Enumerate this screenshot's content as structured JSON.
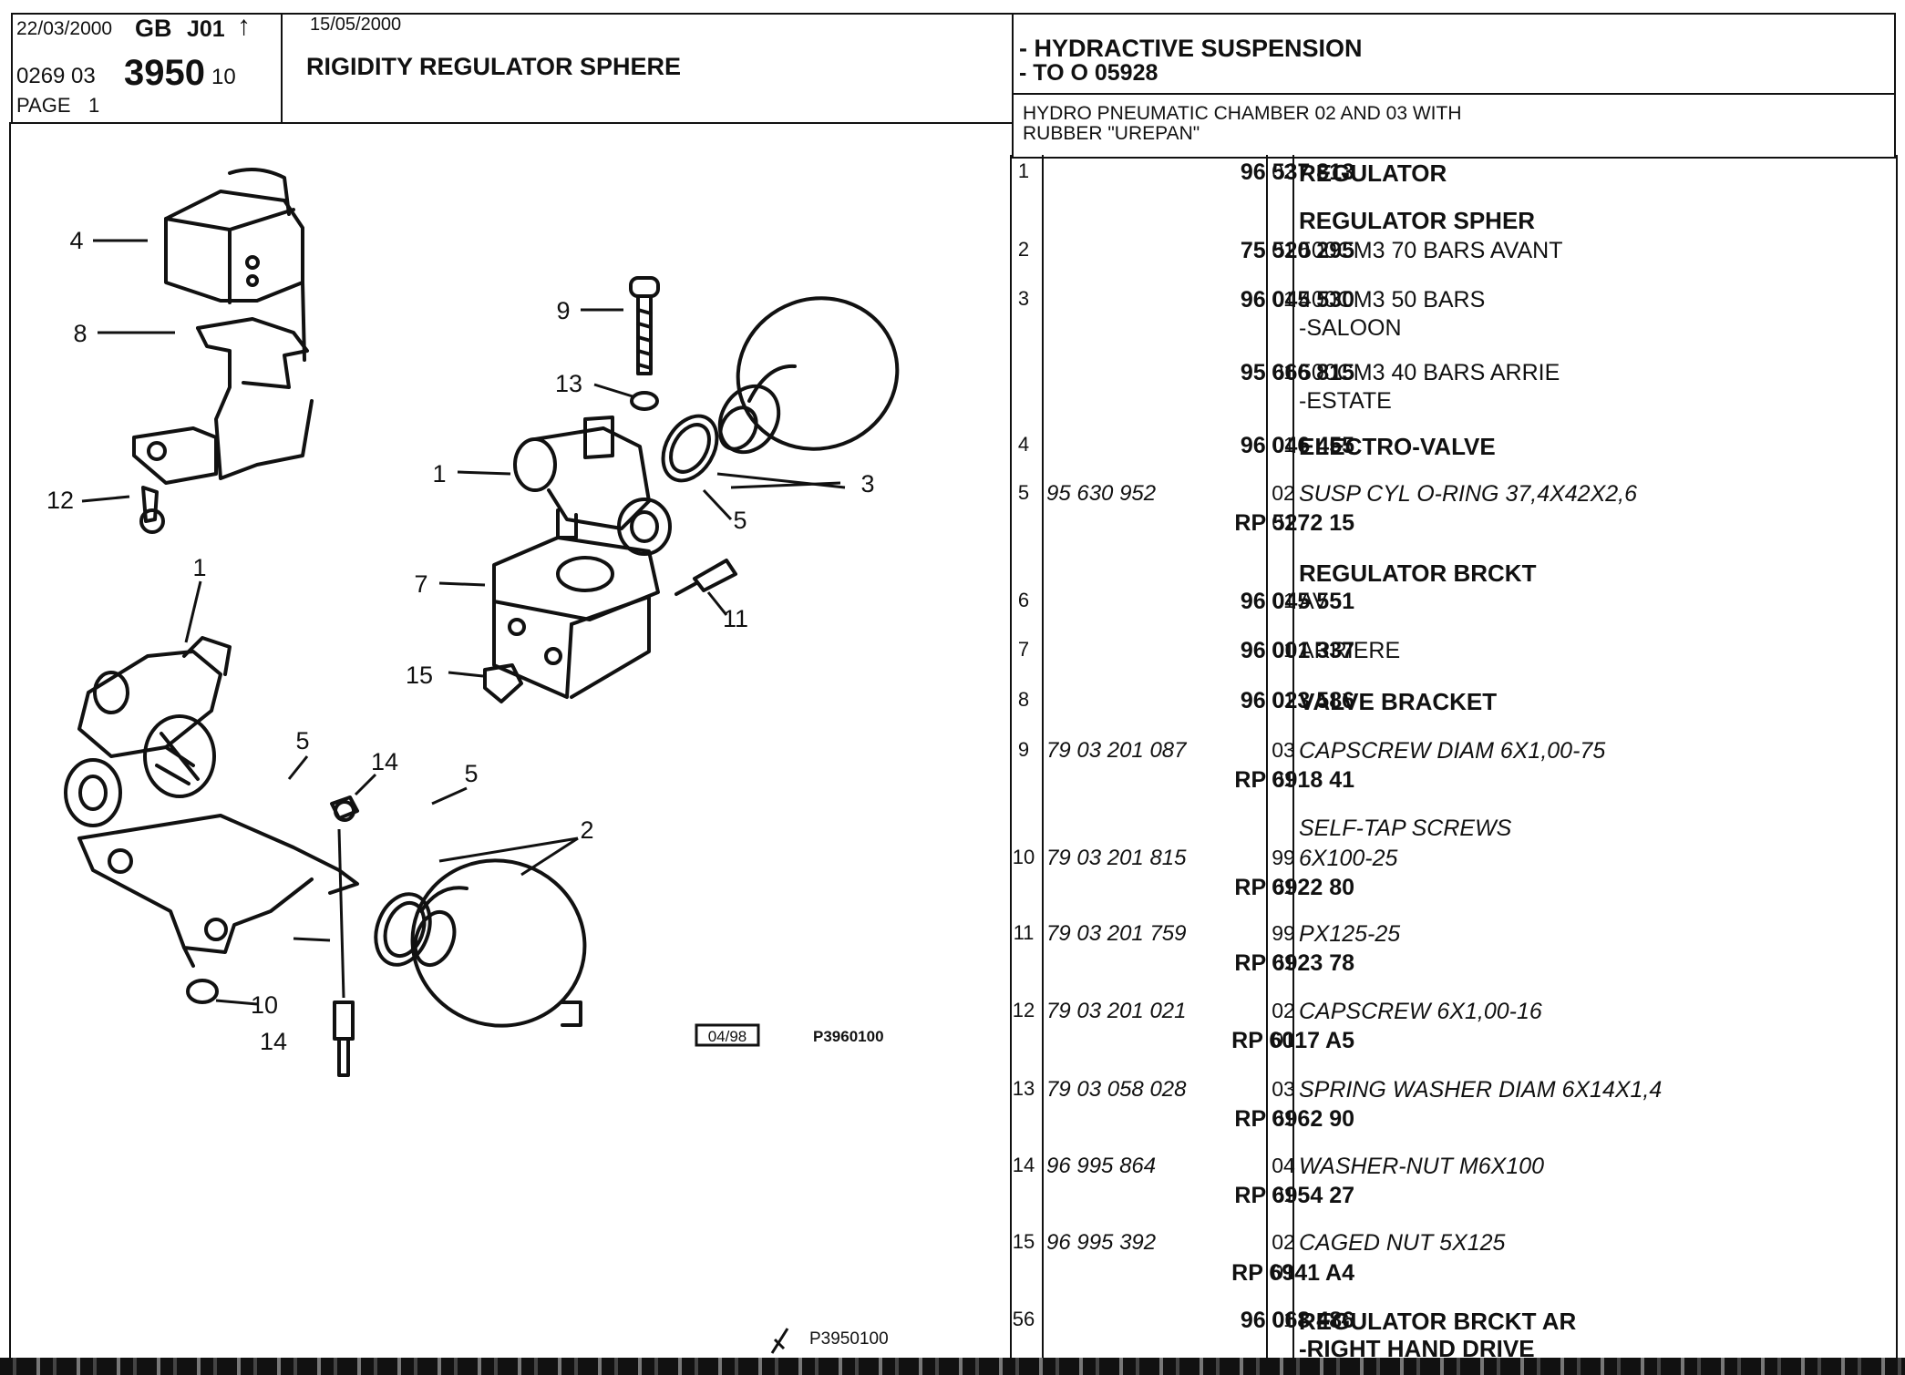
{
  "header": {
    "date": "22/03/2000",
    "country": "GB",
    "code": "J01",
    "arrow": "↑",
    "ref_prefix": "0269 03",
    "ref_main": "3950",
    "ref_suffix": "10",
    "page_label": "PAGE",
    "page_number": "1",
    "issue_date": "15/05/2000",
    "title": "RIGIDITY REGULATOR SPHERE",
    "system_line1": "- HYDRACTIVE SUSPENSION",
    "system_line2": "- TO O  05928",
    "note_line1": "HYDRO PNEUMATIC CHAMBER 02 AND 03 WITH",
    "note_line2": "RUBBER \"UREPAN\""
  },
  "drawing": {
    "callouts": [
      "4",
      "8",
      "12",
      "9",
      "13",
      "1",
      "3",
      "5",
      "7",
      "11",
      "15",
      "1",
      "5",
      "14",
      "5",
      "2",
      "10",
      "14"
    ],
    "stamp_date": "04/98",
    "stamp_ref": "P3960100",
    "footer_ref": "P3950100"
  },
  "parts": [
    {
      "no": "1",
      "ref1": "",
      "ref2": "96 537 813",
      "ind": "02",
      "desc": "REGULATOR",
      "bold": true
    },
    {
      "no": "",
      "ref1": "",
      "ref2": "",
      "ind": "",
      "desc": "REGULATOR SPHER",
      "bold": true
    },
    {
      "no": "2",
      "ref1": "",
      "ref2": "75 520 295",
      "ind": "01",
      "desc": "500CM3 70 BARS AVANT"
    },
    {
      "no": "3",
      "ref1": "",
      "ref2": "96 045 530",
      "ind": "01",
      "desc": "400CM3 50 BARS"
    },
    {
      "no": "",
      "ref1": "",
      "ref2": "",
      "ind": "",
      "desc": "-SALOON"
    },
    {
      "no": "",
      "ref1": "",
      "ref2": "95 666 815",
      "ind": "01",
      "desc": "500CM3 40 BARS ARRIE"
    },
    {
      "no": "",
      "ref1": "",
      "ref2": "",
      "ind": "",
      "desc": "-ESTATE"
    },
    {
      "no": "4",
      "ref1": "",
      "ref2": "96 046 455",
      "ind": "01",
      "desc": "ELECTRO-VALVE",
      "bold": true
    },
    {
      "no": "5",
      "ref1": "95 630 952",
      "ref2": "",
      "ind": "02",
      "desc": "SUSP CYL O-RING 37,4X42X2,6",
      "italic": true
    },
    {
      "no": "",
      "ref1": "",
      "ref2": "RP 5272 15",
      "ind": "01",
      "desc": ""
    },
    {
      "no": "",
      "ref1": "",
      "ref2": "",
      "ind": "",
      "desc": "REGULATOR BRCKT",
      "bold": true
    },
    {
      "no": "6",
      "ref1": "",
      "ref2": "96 045 551",
      "ind": "01",
      "desc": "AV"
    },
    {
      "no": "7",
      "ref1": "",
      "ref2": "96 001 337",
      "ind": "01",
      "desc": "ARRIERE"
    },
    {
      "no": "8",
      "ref1": "",
      "ref2": "96 023 586",
      "ind": "01",
      "desc": "VALVE BRACKET",
      "bold": true
    },
    {
      "no": "9",
      "ref1": "79 03 201 087",
      "ref2": "",
      "ind": "03",
      "desc": "CAPSCREW DIAM 6X1,00-75",
      "italic": true
    },
    {
      "no": "",
      "ref1": "",
      "ref2": "RP 6918 41",
      "ind": "01",
      "desc": ""
    },
    {
      "no": "",
      "ref1": "",
      "ref2": "",
      "ind": "",
      "desc": "SELF-TAP SCREWS",
      "italic": true
    },
    {
      "no": "10",
      "ref1": "79 03 201 815",
      "ref2": "",
      "ind": "99",
      "desc": "6X100-25",
      "italic": true
    },
    {
      "no": "",
      "ref1": "",
      "ref2": "RP 6922 80",
      "ind": "01",
      "desc": ""
    },
    {
      "no": "11",
      "ref1": "79 03 201 759",
      "ref2": "",
      "ind": "99",
      "desc": "PX125-25",
      "italic": true
    },
    {
      "no": "",
      "ref1": "",
      "ref2": "RP 6923 78",
      "ind": "01",
      "desc": ""
    },
    {
      "no": "12",
      "ref1": "79 03 201 021",
      "ref2": "",
      "ind": "02",
      "desc": "CAPSCREW 6X1,00-16",
      "italic": true
    },
    {
      "no": "",
      "ref1": "",
      "ref2": "RP 6017 A5",
      "ind": "01",
      "desc": ""
    },
    {
      "no": "13",
      "ref1": "79 03 058 028",
      "ref2": "",
      "ind": "03",
      "desc": "SPRING WASHER DIAM 6X14X1,4",
      "italic": true
    },
    {
      "no": "",
      "ref1": "",
      "ref2": "RP 6962 90",
      "ind": "01",
      "desc": ""
    },
    {
      "no": "14",
      "ref1": "96 995 864",
      "ref2": "",
      "ind": "04",
      "desc": "WASHER-NUT M6X100",
      "italic": true
    },
    {
      "no": "",
      "ref1": "",
      "ref2": "RP 6954 27",
      "ind": "01",
      "desc": ""
    },
    {
      "no": "15",
      "ref1": "96 995 392",
      "ref2": "",
      "ind": "02",
      "desc": "CAGED NUT 5X125",
      "italic": true
    },
    {
      "no": "",
      "ref1": "",
      "ref2": "RP 6941 A4",
      "ind": "01",
      "desc": ""
    },
    {
      "no": "56",
      "ref1": "",
      "ref2": "96 068 486",
      "ind": "01",
      "desc": "REGULATOR BRCKT AR",
      "bold": true
    },
    {
      "no": "",
      "ref1": "",
      "ref2": "",
      "ind": "",
      "desc": "-RIGHT HAND DRIVE",
      "bold": true
    }
  ]
}
